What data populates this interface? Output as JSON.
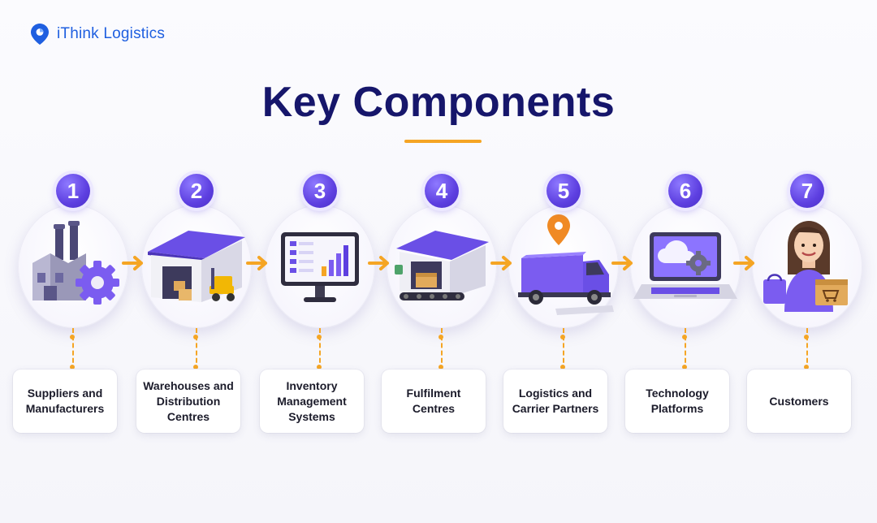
{
  "brand": {
    "name": "iThink Logistics"
  },
  "title": "Key Components",
  "colors": {
    "accent": "#f5a524",
    "purple": "#5d3fe0",
    "navy": "#16166b",
    "brand_blue": "#1f5fe0"
  },
  "steps": [
    {
      "number": "1",
      "label": "Suppliers and Manufacturers",
      "icon": "factory-icon"
    },
    {
      "number": "2",
      "label": "Warehouses and Distribution Centres",
      "icon": "warehouse-icon"
    },
    {
      "number": "3",
      "label": "Inventory Management Systems",
      "icon": "monitor-chart-icon"
    },
    {
      "number": "4",
      "label": "Fulfilment Centres",
      "icon": "conveyor-warehouse-icon"
    },
    {
      "number": "5",
      "label": "Logistics and Carrier Partners",
      "icon": "delivery-truck-icon"
    },
    {
      "number": "6",
      "label": "Technology Platforms",
      "icon": "laptop-cloud-icon"
    },
    {
      "number": "7",
      "label": "Customers",
      "icon": "customer-icon"
    }
  ]
}
